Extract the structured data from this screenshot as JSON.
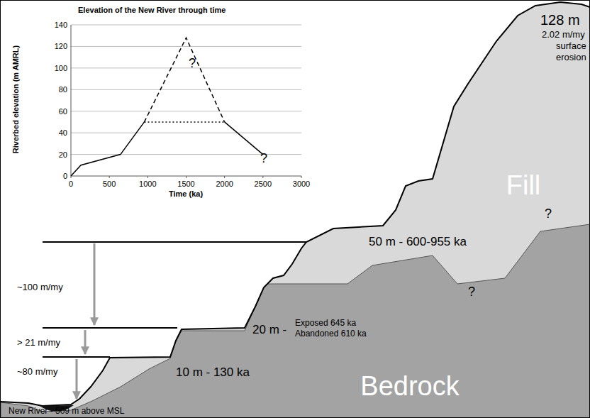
{
  "diagram": {
    "labels": [
      "Elevation of the New River through time",
      "Riverbed elevation (m AMRL)",
      "0",
      "20",
      "40",
      "60",
      "80",
      "100",
      "120",
      "140",
      "0",
      "500",
      "1000",
      "1500",
      "2000",
      "2500",
      "3000",
      "Time (ka)",
      "?",
      "?",
      "128 m",
      "2.02 m/my",
      "surface",
      "erosion",
      "Fill",
      "50 m - 600-955 ka",
      "?",
      "?",
      "~100 m/my",
      "> 21 m/my",
      "~80 m/my",
      "20 m -",
      "Exposed 645 ka",
      "Abandoned 610 ka",
      "10 m - 130 ka",
      "Bedrock",
      "New River - 509 m above MSL"
    ]
  }
}
